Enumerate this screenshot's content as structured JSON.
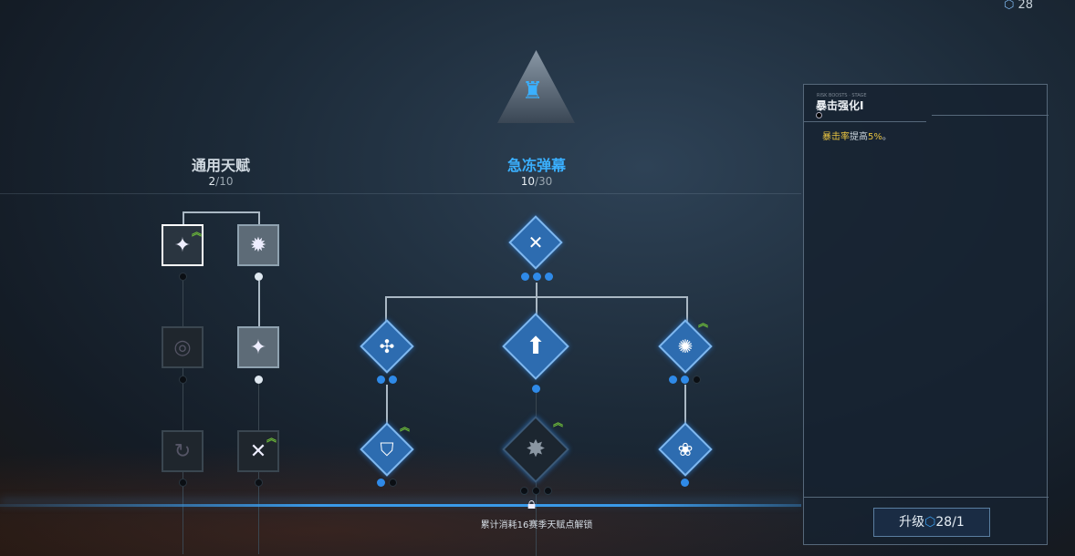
{
  "currency": {
    "icon": "talent-point-icon",
    "value": "28"
  },
  "general": {
    "title": "通用天赋",
    "spent": "2",
    "total": "/10"
  },
  "spec": {
    "title": "急冻弹幕",
    "spent": "10",
    "total": "/30"
  },
  "lock": {
    "text": "累计消耗16赛季天赋点解锁"
  },
  "detail": {
    "subtitle": "RISK BOOSTS · STAGE",
    "name": "暴击强化I",
    "desc_highlight": "暴击率",
    "desc_mid": "提高",
    "desc_value": "5%",
    "desc_end": "。",
    "upgrade_label": "升级",
    "upgrade_value": "28/1"
  },
  "colors": {
    "accent": "#3a9ae8",
    "highlight": "#e8c340",
    "upgrade": "#6fbf3a"
  }
}
